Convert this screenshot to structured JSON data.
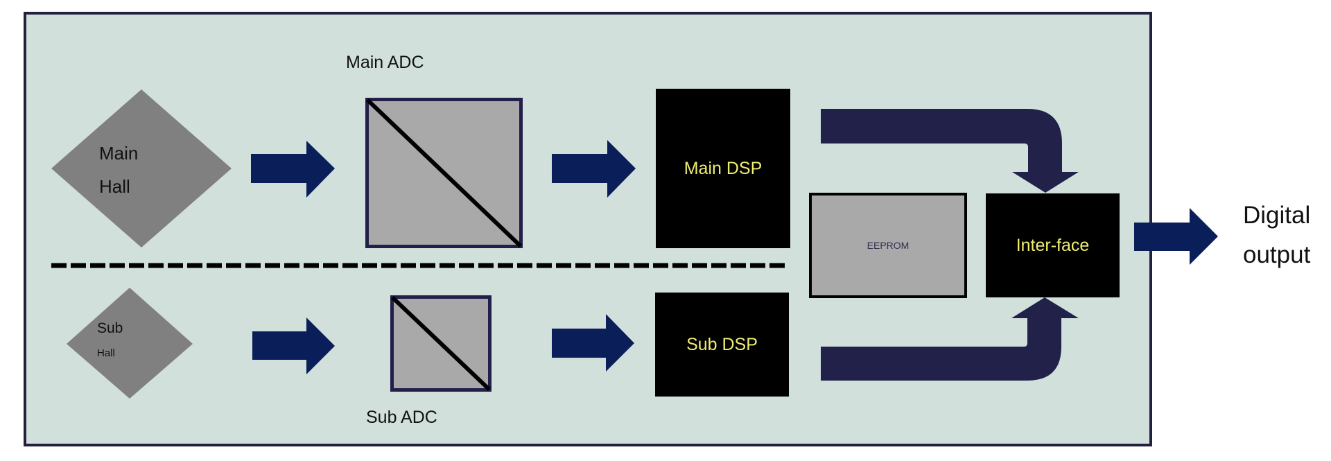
{
  "diagram": {
    "title": "Dual-path hall sensor signal chain",
    "colors": {
      "background": "#d2e0dc",
      "frame_border": "#22203f",
      "flow_arrow": "#0a1f5a",
      "merge_arrow": "#22214a",
      "dsp_fill": "#000000",
      "dsp_text": "#f0ee70",
      "adc_fill": "#a9a9a9",
      "sensor_fill": "#808080"
    },
    "main_path": {
      "sensor_label_line1": "Main",
      "sensor_label_line2": "Hall",
      "adc_label": "Main ADC",
      "dsp_label": "Main DSP"
    },
    "sub_path": {
      "sensor_label_line1": "Sub",
      "sensor_label_line2": "Hall",
      "adc_label": "Sub ADC",
      "dsp_label": "Sub DSP"
    },
    "eeprom_label": "EEPROM",
    "interface_label": "Inter-face",
    "output_label_line1": "Digital",
    "output_label_line2": "output"
  }
}
